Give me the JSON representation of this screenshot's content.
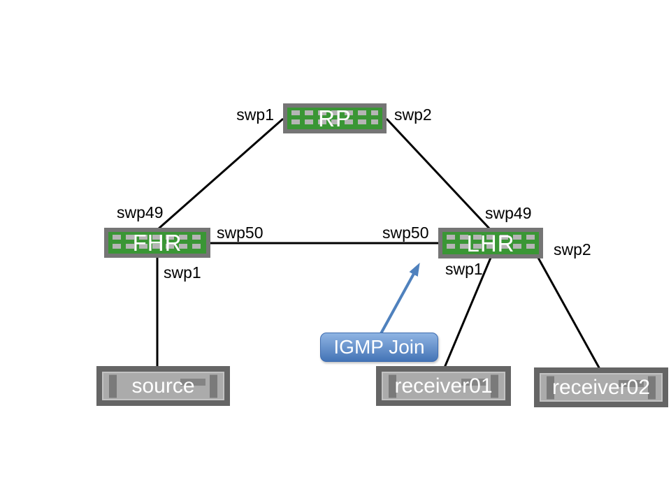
{
  "diagram": {
    "nodes": [
      {
        "id": "rp",
        "label": "RP",
        "type": "switch"
      },
      {
        "id": "fhr",
        "label": "FHR",
        "type": "switch"
      },
      {
        "id": "lhr",
        "label": "LHR",
        "type": "switch"
      },
      {
        "id": "source",
        "label": "source",
        "type": "host"
      },
      {
        "id": "receiver01",
        "label": "receiver01",
        "type": "host"
      },
      {
        "id": "receiver02",
        "label": "receiver02",
        "type": "host"
      }
    ],
    "port_labels": {
      "rp_swp1": "swp1",
      "rp_swp2": "swp2",
      "fhr_swp49": "swp49",
      "fhr_swp50": "swp50",
      "fhr_swp1": "swp1",
      "lhr_swp50": "swp50",
      "lhr_swp49": "swp49",
      "lhr_swp1": "swp1",
      "lhr_swp2": "swp2"
    },
    "links": [
      {
        "from": "FHR",
        "from_port": "swp49",
        "to": "RP",
        "to_port": "swp1"
      },
      {
        "from": "RP",
        "from_port": "swp2",
        "to": "LHR",
        "to_port": "swp49"
      },
      {
        "from": "FHR",
        "from_port": "swp50",
        "to": "LHR",
        "to_port": "swp50"
      },
      {
        "from": "FHR",
        "from_port": "swp1",
        "to": "source",
        "to_port": ""
      },
      {
        "from": "LHR",
        "from_port": "swp1",
        "to": "receiver01",
        "to_port": ""
      },
      {
        "from": "LHR",
        "from_port": "swp2",
        "to": "receiver02",
        "to_port": ""
      }
    ],
    "callout": {
      "label": "IGMP Join"
    },
    "colors": {
      "page_bg": "#ffffff",
      "link_color": "#000000",
      "switch_green": "#3a9635",
      "switch_border": "#757575",
      "port_dash": "#b5b5b5",
      "host_fill": "#ababab",
      "host_border": "#656565",
      "host_edge": "#c3c3c3",
      "host_bar": "#7a7a7a",
      "arrow_blue": "#4f81bd",
      "callout_top": "#8fb4e3",
      "callout_bottom": "#4474b6",
      "callout_border": "#3d6cb0"
    }
  }
}
